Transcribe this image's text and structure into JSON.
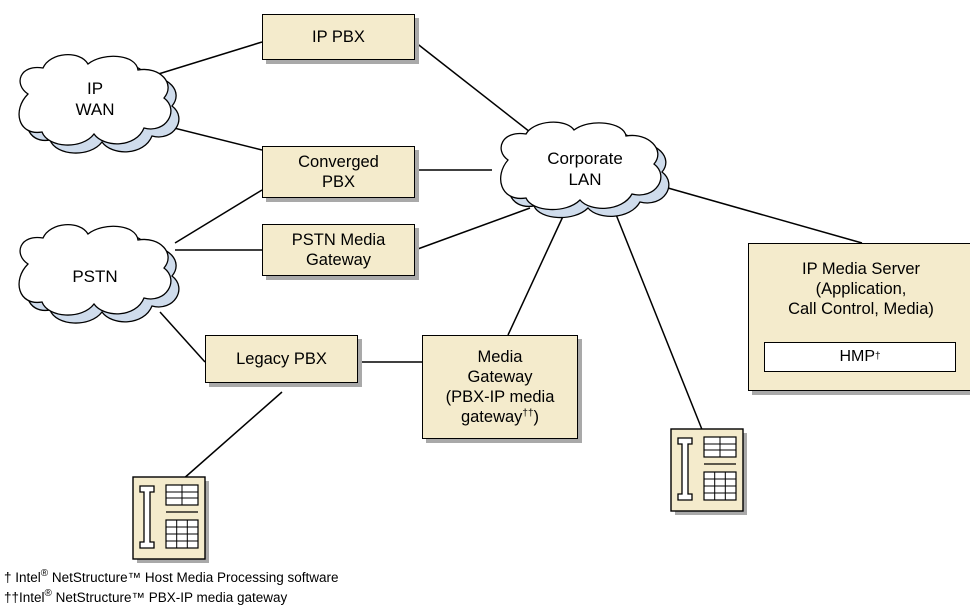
{
  "nodes": {
    "ip_wan": {
      "line1": "IP",
      "line2": "WAN"
    },
    "pstn": {
      "label": "PSTN"
    },
    "corporate_lan": {
      "line1": "Corporate",
      "line2": "LAN"
    },
    "ip_pbx": {
      "label": "IP PBX"
    },
    "converged_pbx": {
      "line1": "Converged",
      "line2": "PBX"
    },
    "pstn_media_gateway": {
      "line1": "PSTN Media",
      "line2": "Gateway"
    },
    "legacy_pbx": {
      "label": "Legacy PBX"
    },
    "media_gateway": {
      "line1": "Media",
      "line2": "Gateway",
      "line3": "(PBX-IP media",
      "line4": "gateway",
      "line4_mark": "††",
      "line4_end": ")"
    },
    "ip_media_server": {
      "line1": "IP Media Server",
      "line2": "(Application,",
      "line3": "Call Control, Media)"
    },
    "hmp": {
      "label": "HMP",
      "mark": "†"
    }
  },
  "footnotes": {
    "note1": {
      "mark": "† Intel",
      "reg": "®",
      "text": " NetStructure™ Host  Media Processing software"
    },
    "note2": {
      "mark": "††Intel",
      "reg": "®",
      "text": " NetStructure™ PBX-IP media gateway"
    }
  },
  "colors": {
    "box_fill": "#f4ebcc",
    "cloud_shadow": "#cfdcec",
    "phone_fill": "#f4ebcc"
  }
}
